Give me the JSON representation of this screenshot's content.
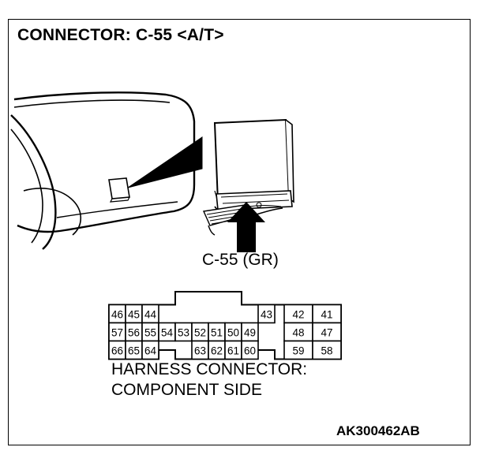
{
  "header": {
    "title": "CONNECTOR: C-55 <A/T>"
  },
  "illustration": {
    "callout_label": "C-55 (GR)"
  },
  "connector": {
    "pins": [
      {
        "n": "46"
      },
      {
        "n": "45"
      },
      {
        "n": "44"
      },
      {
        "n": "43"
      },
      {
        "n": "42"
      },
      {
        "n": "41"
      },
      {
        "n": "57"
      },
      {
        "n": "56"
      },
      {
        "n": "55"
      },
      {
        "n": "54"
      },
      {
        "n": "53"
      },
      {
        "n": "52"
      },
      {
        "n": "51"
      },
      {
        "n": "50"
      },
      {
        "n": "49"
      },
      {
        "n": "48"
      },
      {
        "n": "47"
      },
      {
        "n": "66"
      },
      {
        "n": "65"
      },
      {
        "n": "64"
      },
      {
        "n": "63"
      },
      {
        "n": "62"
      },
      {
        "n": "61"
      },
      {
        "n": "60"
      },
      {
        "n": "59"
      },
      {
        "n": "58"
      }
    ]
  },
  "harness_label": {
    "line1": "HARNESS CONNECTOR:",
    "line2": "COMPONENT SIDE"
  },
  "footer": {
    "code": "AK300462AB"
  }
}
